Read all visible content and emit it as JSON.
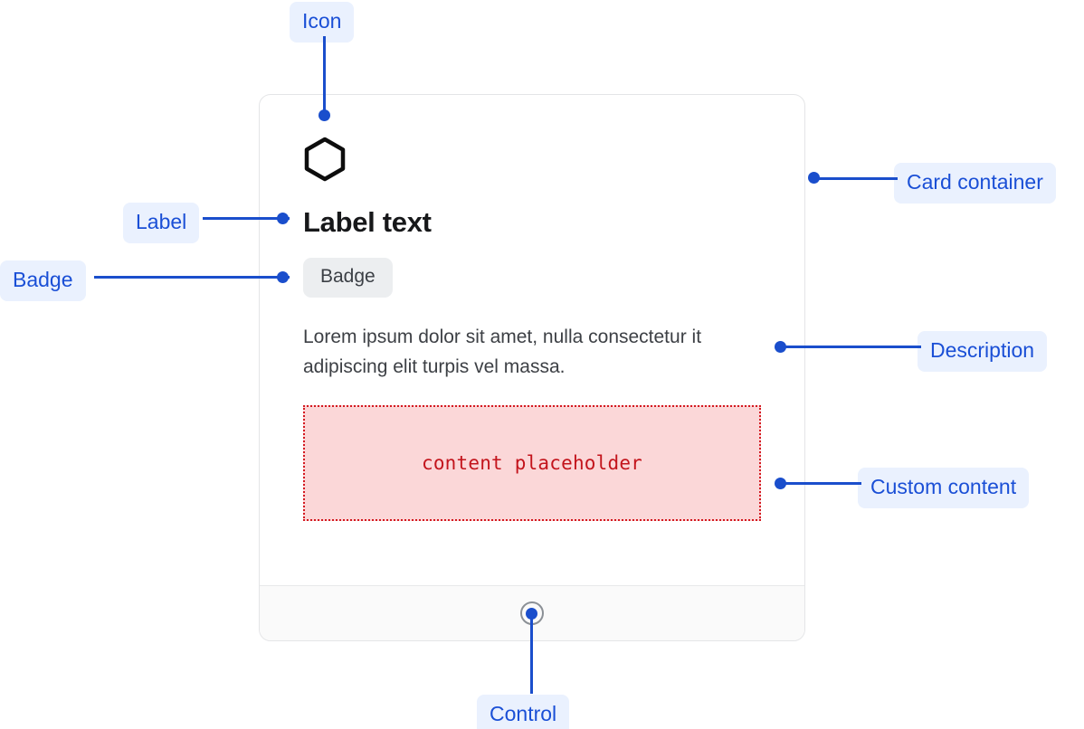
{
  "colors": {
    "accent": "#1a4ecc",
    "annotation_bg": "#eaf1fe",
    "annotation_text": "#1a4fd6",
    "card_border": "#e4e5e7",
    "badge_bg": "#eceef0",
    "placeholder_fill": "#fbd7d8",
    "placeholder_border": "#d31920",
    "placeholder_text": "#c3141c",
    "footer_bg": "#fafafa",
    "title_text": "#17181a",
    "description_text": "#3d4045",
    "control_outline": "#8b9096"
  },
  "card": {
    "icon_name": "hexagon-icon",
    "title": "Label text",
    "badge": "Badge",
    "description": "Lorem ipsum dolor sit amet, nulla consectetur it adipiscing elit turpis vel massa.",
    "placeholder_text": "content placeholder",
    "control_name": "knob-control"
  },
  "annotations": [
    {
      "id": "icon",
      "label": "Icon"
    },
    {
      "id": "label",
      "label": "Label"
    },
    {
      "id": "badge",
      "label": "Badge"
    },
    {
      "id": "card-container",
      "label": "Card container"
    },
    {
      "id": "description",
      "label": "Description"
    },
    {
      "id": "custom-content",
      "label": "Custom content"
    },
    {
      "id": "control",
      "label": "Control"
    }
  ]
}
